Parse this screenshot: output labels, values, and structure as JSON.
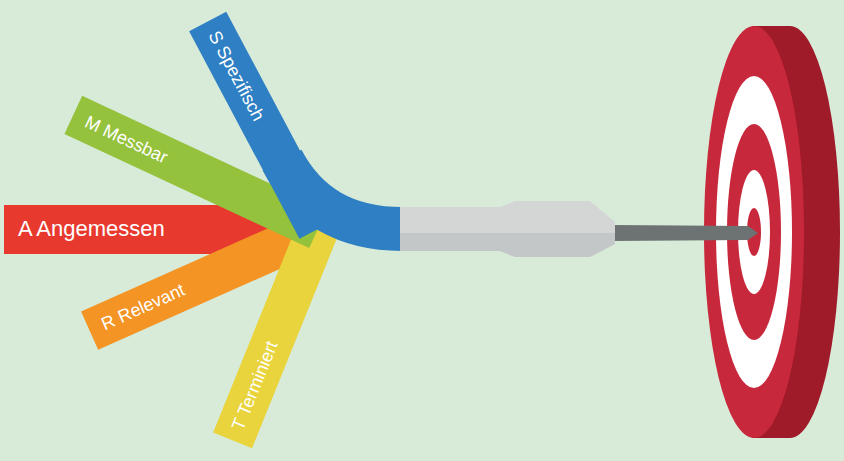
{
  "diagram": {
    "nodes": [
      {
        "text": [
          "S Spezifisch"
        ]
      },
      {
        "text": [
          "M Messbar"
        ]
      },
      {
        "text": [
          "A Angemessen"
        ]
      },
      {
        "text": [
          "R Relevant"
        ]
      },
      {
        "text": [
          "T Terminiert"
        ]
      }
    ]
  }
}
